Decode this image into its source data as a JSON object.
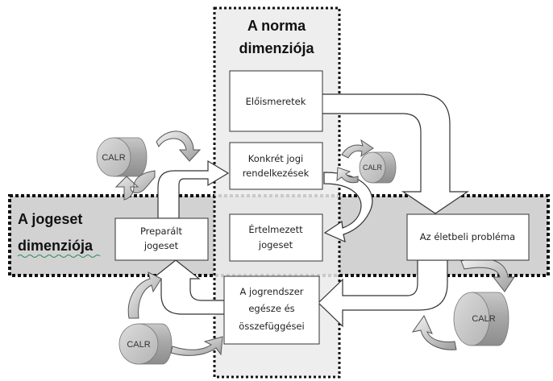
{
  "norm_dimension": {
    "line1": "A norma",
    "line2": "dimenziója"
  },
  "case_dimension": {
    "line1": "A jogeset",
    "line2": "dimenziója"
  },
  "boxes": {
    "eloismeretek": "Előismeretek",
    "konkret_line1": "Konkrét jogi",
    "konkret_line2": "rendelkezések",
    "ertelmezett_line1": "Értelmezett",
    "ertelmezett_line2": "jogeset",
    "preparalt_line1": "Preparált",
    "preparalt_line2": "jogeset",
    "eletbeli": "Az életbeli probléma",
    "jogrendszer_line1": "A jogrendszer",
    "jogrendszer_line2": "egésze és",
    "jogrendszer_line3": "összefüggései"
  },
  "calr": {
    "label": "CALR"
  },
  "colors": {
    "band_fill": "#d2d2d2",
    "column_fill": "#ebebeb",
    "arrow_fill": "#ffffff",
    "cylinder_fill": "#a9a9a9",
    "spell_underline": "#2e8b57"
  }
}
